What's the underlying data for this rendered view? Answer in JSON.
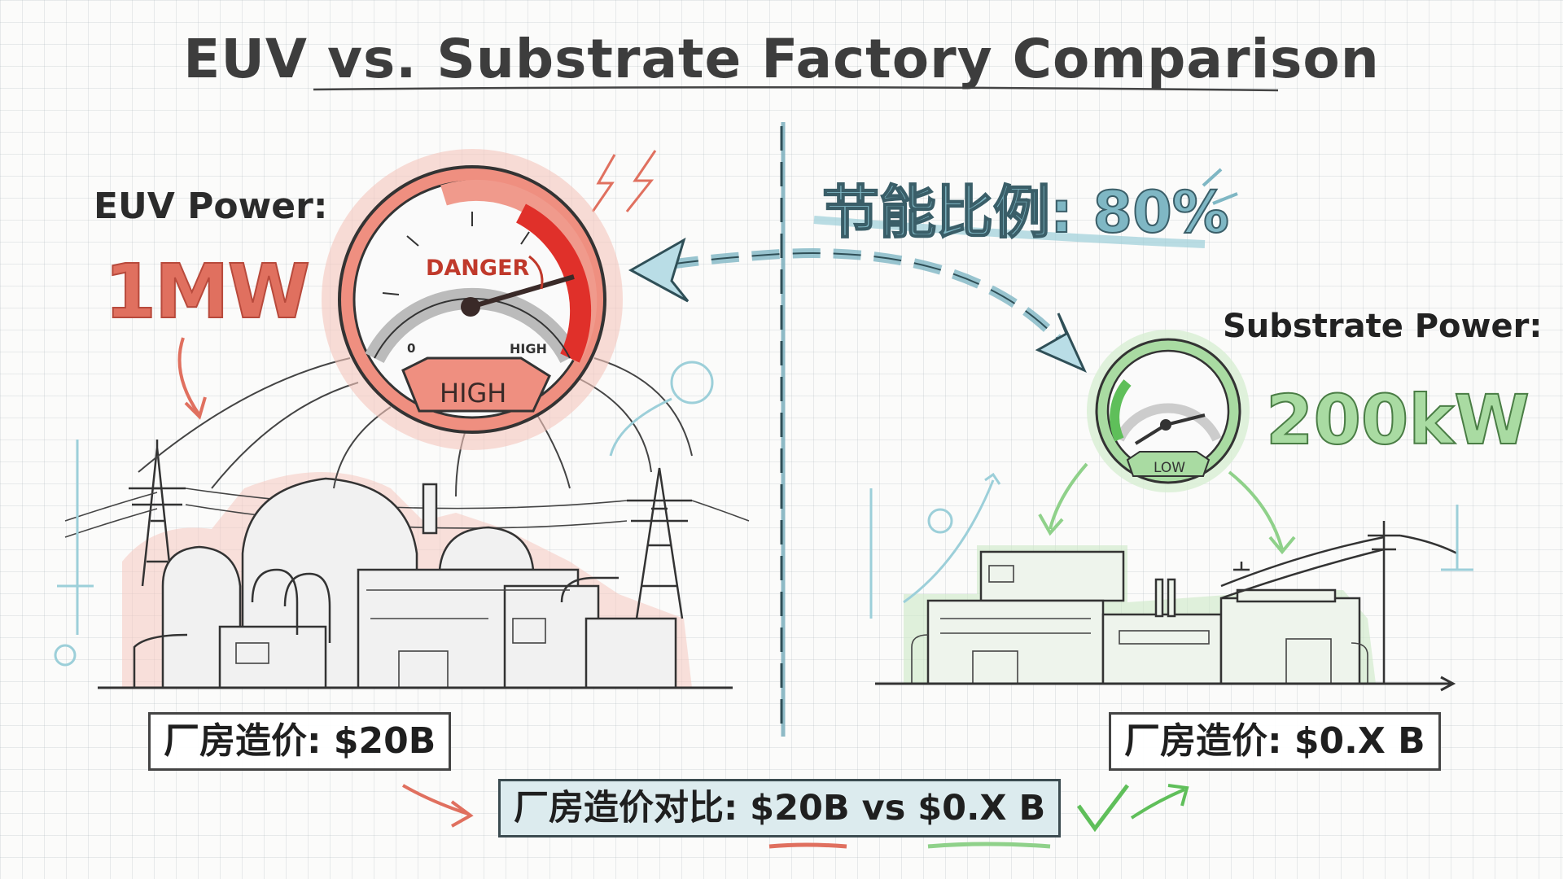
{
  "title": "EUV vs. Substrate Factory Comparison",
  "euv": {
    "power_label": "EUV Power:",
    "power_value": "1MW",
    "gauge_danger": "DANGER",
    "gauge_min": "0",
    "gauge_max": "HIGH",
    "gauge_level": "HIGH",
    "cost": "厂房造价: $20B"
  },
  "substrate": {
    "power_label": "Substrate Power:",
    "power_value": "200kW",
    "gauge_level": "LOW",
    "cost": "厂房造价: $0.X B"
  },
  "ratio": "节能比例: 80%",
  "comparison": "厂房造价对比: $20B vs $0.X B",
  "colors": {
    "euv": "#e0705f",
    "substrate": "#8fd18a",
    "accent": "#7fb7c4"
  }
}
